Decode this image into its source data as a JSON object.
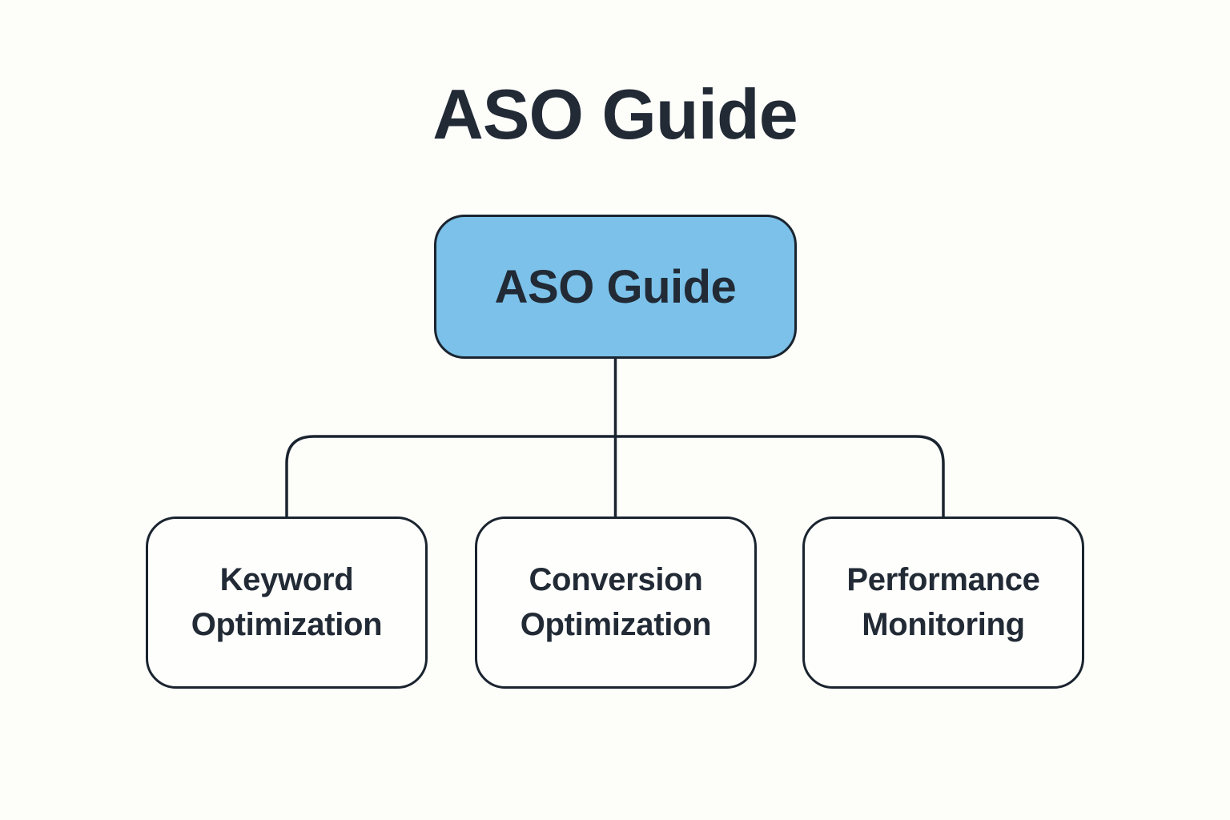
{
  "title": "ASO Guide",
  "tree": {
    "root": {
      "label": "ASO Guide"
    },
    "children": [
      {
        "label": "Keyword Optimization"
      },
      {
        "label": "Conversion Optimization"
      },
      {
        "label": "Performance Monitoring"
      }
    ]
  },
  "colors": {
    "background": "#FDFDFA",
    "node_stroke": "#1A242F",
    "text": "#212A35",
    "root_node_fill": "#7BC1E9",
    "child_node_fill": "#FEFEFC"
  }
}
